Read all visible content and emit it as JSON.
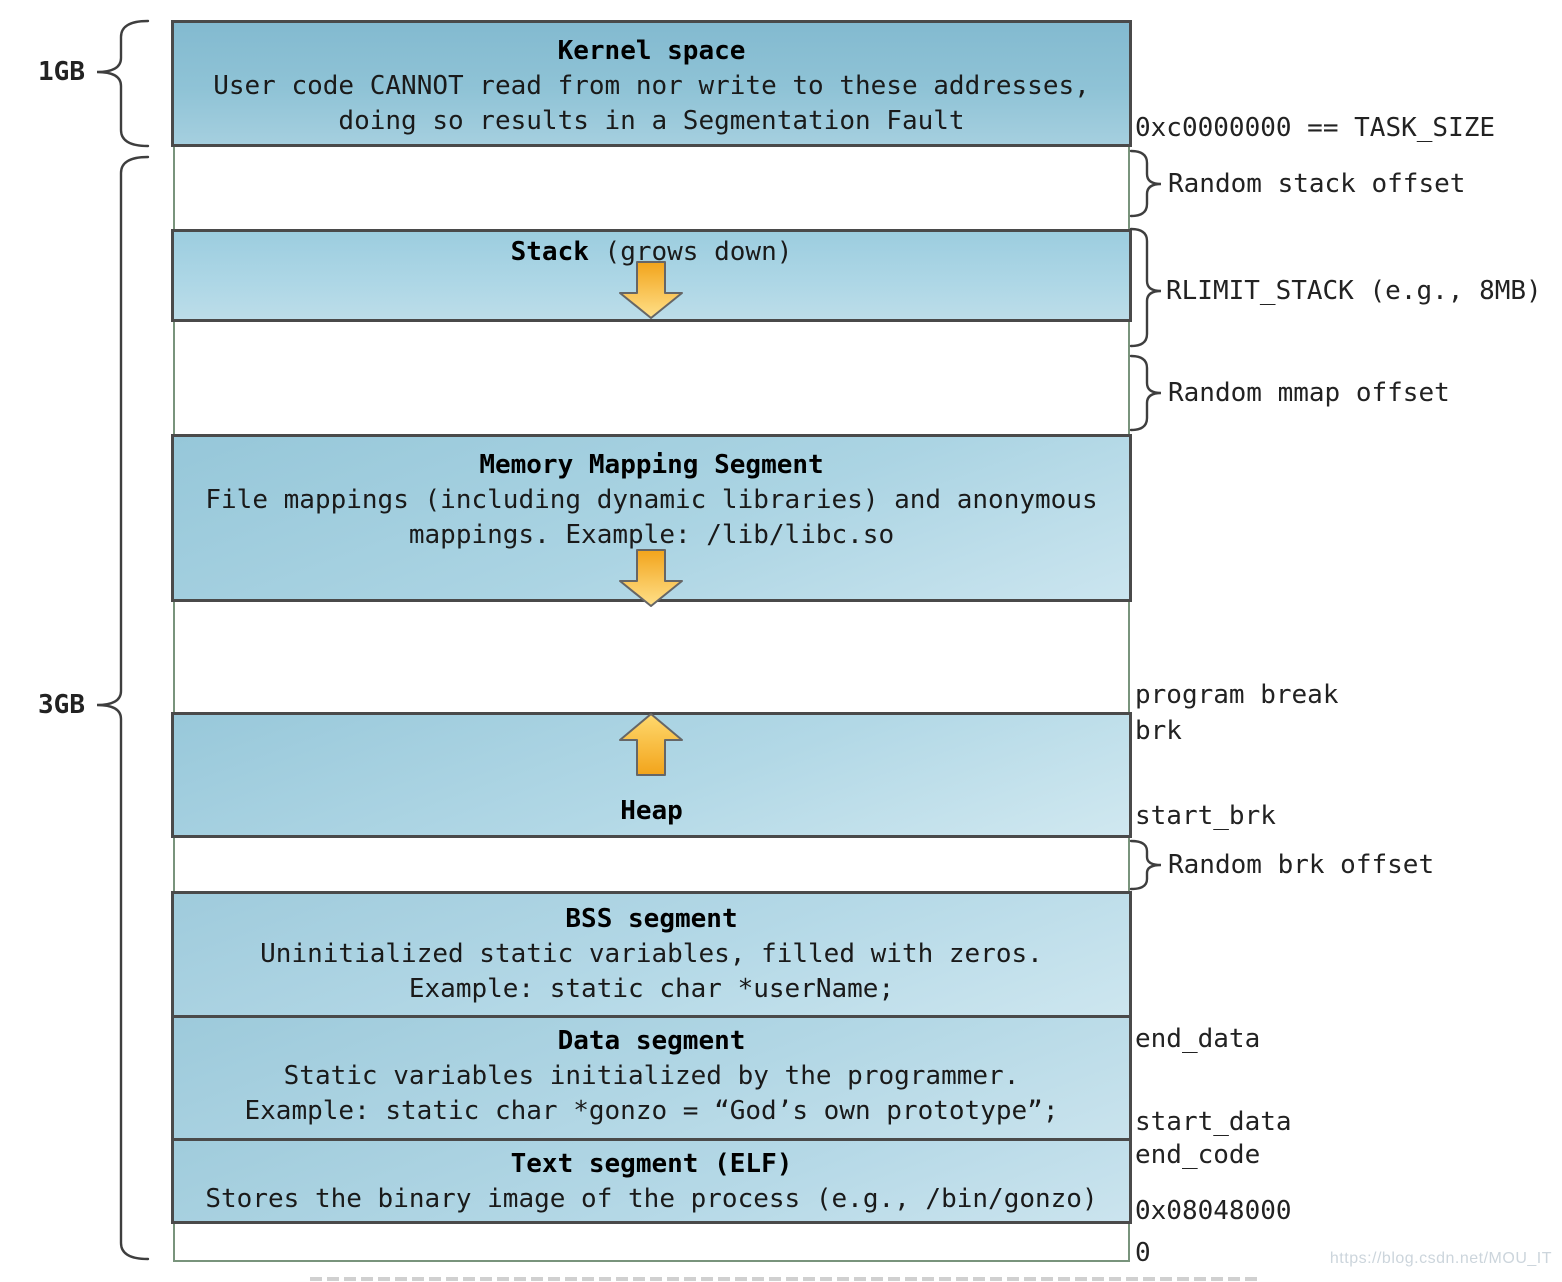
{
  "left_labels": {
    "kernel_size": "1GB",
    "user_size": "3GB"
  },
  "segments": {
    "kernel": {
      "title": "Kernel space",
      "line1": "User code CANNOT read from nor write to these addresses,",
      "line2": "doing so results in a Segmentation Fault"
    },
    "stack": {
      "title": "Stack",
      "title_suffix": " (grows down)"
    },
    "mmap": {
      "title": "Memory Mapping Segment",
      "line1": "File mappings (including dynamic libraries) and anonymous",
      "line2": "mappings. Example: /lib/libc.so"
    },
    "heap": {
      "title": "Heap"
    },
    "bss": {
      "title": "BSS segment",
      "line1": "Uninitialized static variables, filled with zeros.",
      "line2": "Example: static char *userName;"
    },
    "data": {
      "title": "Data segment",
      "line1": "Static variables initialized by the programmer.",
      "line2": "Example: static char *gonzo = “God’s own prototype”;"
    },
    "text": {
      "title": "Text segment (ELF)",
      "line1": "Stores the binary image of the process (e.g., /bin/gonzo)"
    }
  },
  "right_labels": {
    "task_size": "0xc0000000 == TASK_SIZE",
    "random_stack_offset": "Random stack offset",
    "rlimit_stack": "RLIMIT_STACK (e.g., 8MB)",
    "random_mmap_offset": "Random mmap offset",
    "program_break": "program break",
    "brk": "brk",
    "start_brk": "start_brk",
    "random_brk_offset": "Random brk offset",
    "end_data": "end_data",
    "start_data": "start_data",
    "end_code": "end_code",
    "text_start_address": "0x08048000",
    "zero": "0"
  },
  "icons": {
    "stack_arrow": "arrow-down",
    "mmap_arrow": "arrow-down",
    "heap_arrow": "arrow-up"
  },
  "watermark": "https://blog.csdn.net/MOU_IT",
  "colors": {
    "kernel_fill": "#8abfd4",
    "segment_fill_top": "#9bc8da",
    "segment_fill_bottom": "#cbe5ef",
    "segment_border": "#4a4a4a",
    "container_border": "#79947c",
    "arrow_orange": "#f2a41b",
    "arrow_yellow": "#ffe08a",
    "brace": "#3e3e3e",
    "text": "#1a1a1a",
    "watermark": "#ccd5dc"
  }
}
